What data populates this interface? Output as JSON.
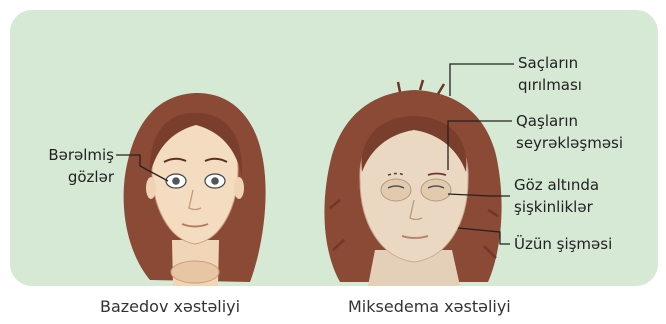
{
  "colors": {
    "panel_bg": "#d5e9d5",
    "hair": "#8b4a36",
    "hair_dark": "#6e3727",
    "skin_left": "#f3dcc0",
    "skin_right": "#ead8c2",
    "line": "#333333"
  },
  "left_figure": {
    "label_line1": "Bərəlmiş",
    "label_line2": "gözlər",
    "caption": "Bazedov xəstəliyi"
  },
  "right_figure": {
    "labels": [
      {
        "line1": "Saçların",
        "line2": "qırılması"
      },
      {
        "line1": "Qaşların",
        "line2": "seyrəkləşməsi"
      },
      {
        "line1": "Göz altında",
        "line2": "şişkinliklər"
      },
      {
        "line1": "Üzün şişməsi",
        "line2": ""
      }
    ],
    "caption": "Miksedema xəstəliyi"
  }
}
